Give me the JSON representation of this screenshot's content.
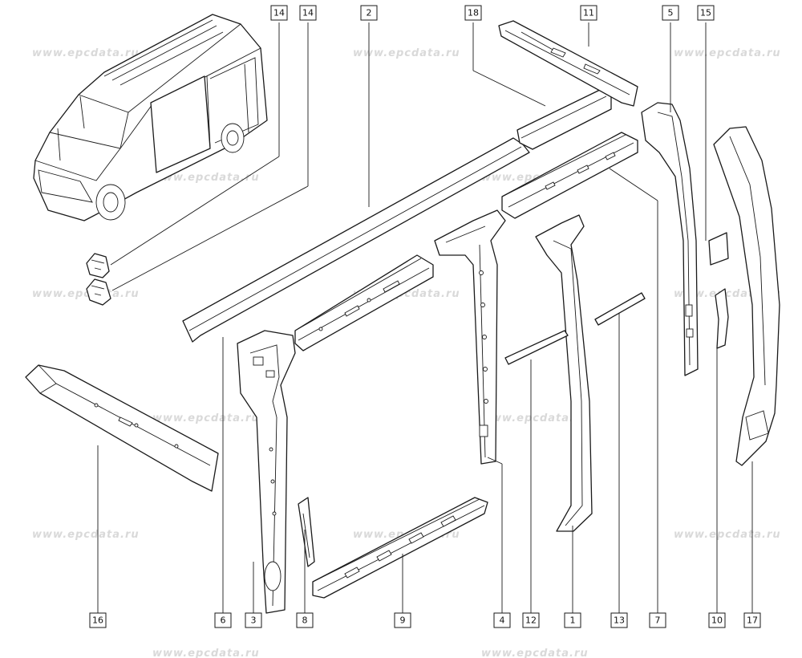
{
  "watermark": "www.epcdata.ru",
  "callouts": {
    "c14a": "14",
    "c14b": "14",
    "c2": "2",
    "c18": "18",
    "c11": "11",
    "c5": "5",
    "c15": "15",
    "c16": "16",
    "c6": "6",
    "c3": "3",
    "c8": "8",
    "c9": "9",
    "c4": "4",
    "c12": "12",
    "c1": "1",
    "c13": "13",
    "c7": "7",
    "c10": "10",
    "c17": "17"
  },
  "colors": {
    "line": "#1a1a1a",
    "watermark": "#d9d9d9",
    "background": "#ffffff"
  }
}
